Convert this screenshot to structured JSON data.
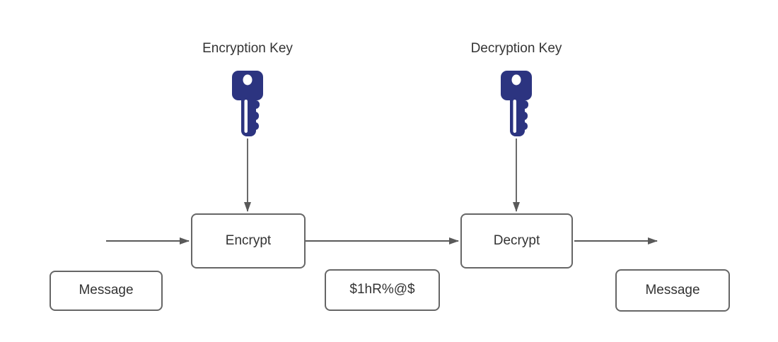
{
  "diagram": {
    "key_labels": {
      "encryption": "Encryption Key",
      "decryption": "Decryption Key"
    },
    "process_nodes": {
      "encrypt": "Encrypt",
      "decrypt": "Decrypt"
    },
    "data_nodes": {
      "plaintext_in": "Message",
      "ciphertext": "$1hR%@$",
      "plaintext_out": "Message"
    },
    "icons": {
      "encryption_key": "key-icon",
      "decryption_key": "key-icon"
    },
    "colors": {
      "key_fill": "#2c3480",
      "key_hole": "#ffffff",
      "shape_border": "#666666",
      "connector": "#595959",
      "text": "#333333",
      "background": "#ffffff"
    }
  }
}
